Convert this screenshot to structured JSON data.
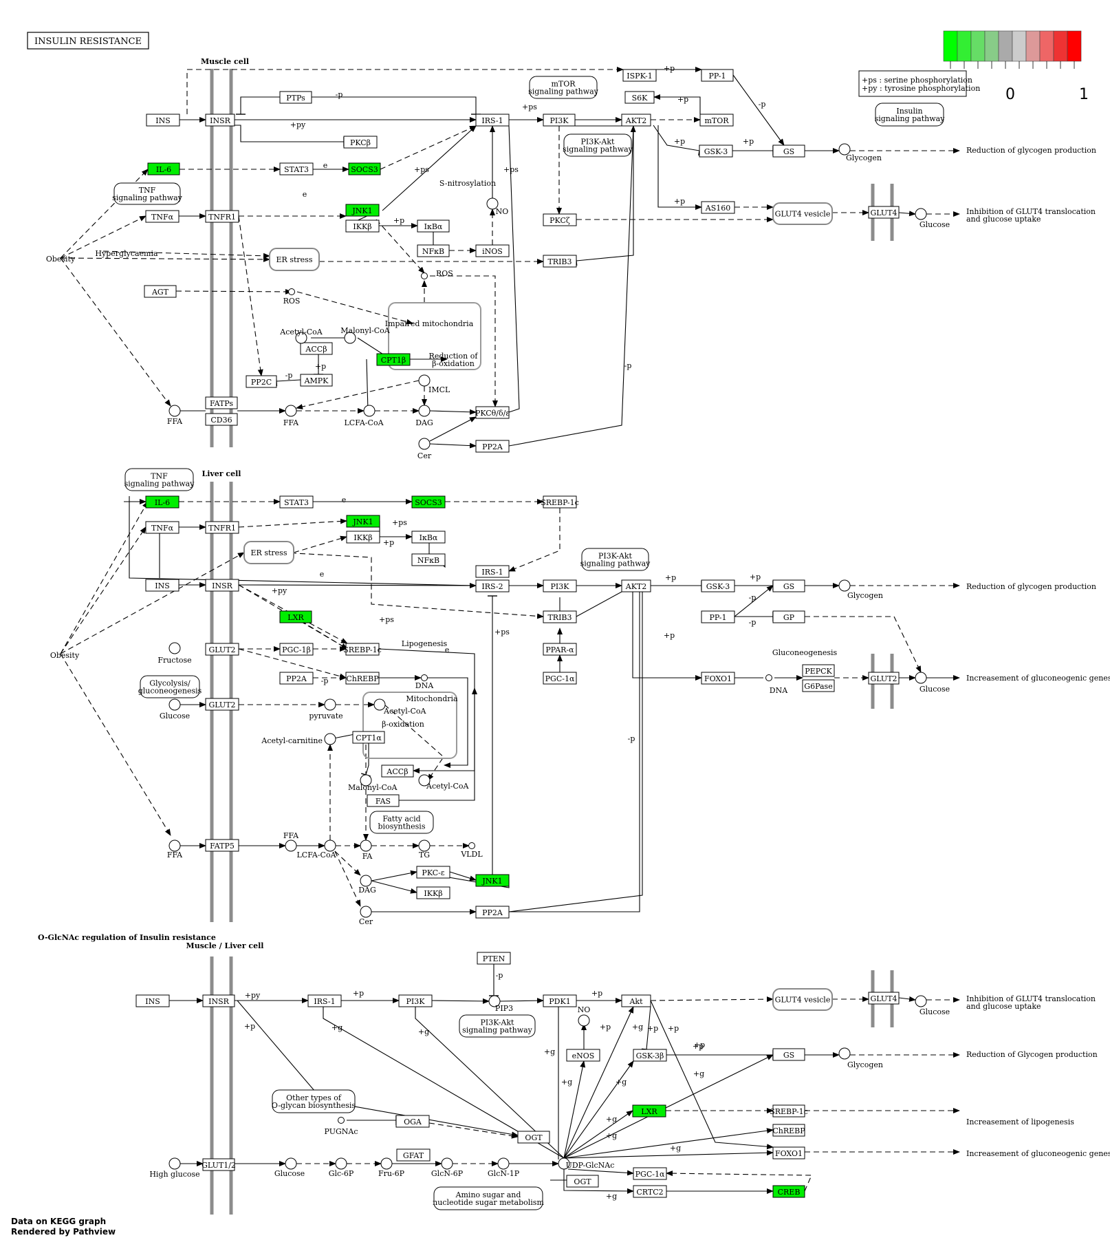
{
  "title": "INSULIN RESISTANCE",
  "footer": {
    "line1": "Data on KEGG graph",
    "line2": "Rendered by Pathview"
  },
  "legend": {
    "colors": [
      "#00ff00",
      "#33ee33",
      "#66dd66",
      "#88cc88",
      "#aaaaaa",
      "#cccccc",
      "#dd9999",
      "#ee6666",
      "#ee3333",
      "#ff0000"
    ],
    "min_label": "0",
    "max_label": "1",
    "note1": "+ps : serine phosphorylation",
    "note2": "+py : tyrosine phosphorylation"
  },
  "colors": {
    "up": "#00ee00",
    "membrane": "#8c8c8c",
    "line": "#000000"
  },
  "sections": {
    "muscle": "Muscle cell",
    "liver": "Liver cell",
    "oglc_title": "O-GlcNAc regulation of Insulin resistance",
    "oglc_cell": "Muscle / Liver cell"
  },
  "genes": [
    {
      "id": "g1",
      "label": "INS",
      "hl": false
    },
    {
      "id": "g2",
      "label": "INSR",
      "hl": false
    },
    {
      "id": "g3",
      "label": "PTPs",
      "hl": false
    },
    {
      "id": "g4",
      "label": "IRS-1",
      "hl": false
    },
    {
      "id": "g5",
      "label": "PI3K",
      "hl": false
    },
    {
      "id": "g6",
      "label": "AKT2",
      "hl": false
    },
    {
      "id": "g7",
      "label": "ISPK-1",
      "hl": false
    },
    {
      "id": "g8",
      "label": "PP-1",
      "hl": false
    },
    {
      "id": "g9",
      "label": "S6K",
      "hl": false
    },
    {
      "id": "g10",
      "label": "mTOR",
      "hl": false
    },
    {
      "id": "g11",
      "label": "GSK-3",
      "hl": false
    },
    {
      "id": "g12",
      "label": "GS",
      "hl": false
    },
    {
      "id": "g13",
      "label": "PKCβ",
      "hl": false
    },
    {
      "id": "g14",
      "label": "IL-6",
      "hl": true
    },
    {
      "id": "g15",
      "label": "STAT3",
      "hl": false
    },
    {
      "id": "g16",
      "label": "SOCS3",
      "hl": true
    },
    {
      "id": "g17",
      "label": "TNFα",
      "hl": false
    },
    {
      "id": "g18",
      "label": "TNFR1",
      "hl": false
    },
    {
      "id": "g19",
      "label": "JNK1",
      "hl": true
    },
    {
      "id": "g20",
      "label": "IKKβ",
      "hl": false
    },
    {
      "id": "g21",
      "label": "IκBα",
      "hl": false
    },
    {
      "id": "g22",
      "label": "NFκB",
      "hl": false
    },
    {
      "id": "g23",
      "label": "iNOS",
      "hl": false
    },
    {
      "id": "g24",
      "label": "PKCζ",
      "hl": false
    },
    {
      "id": "g25",
      "label": "AS160",
      "hl": false
    },
    {
      "id": "g26",
      "label": "GLUT4",
      "hl": false
    },
    {
      "id": "g27",
      "label": "TRIB3",
      "hl": false
    },
    {
      "id": "g28",
      "label": "AGT",
      "hl": false
    },
    {
      "id": "g29",
      "label": "ACCβ",
      "hl": false
    },
    {
      "id": "g30",
      "label": "CPT1β",
      "hl": true
    },
    {
      "id": "g31",
      "label": "PP2C",
      "hl": false
    },
    {
      "id": "g32",
      "label": "AMPK",
      "hl": false
    },
    {
      "id": "g33",
      "label": "FATPs",
      "hl": false
    },
    {
      "id": "g34",
      "label": "CD36",
      "hl": false
    },
    {
      "id": "g35",
      "label": "PKCθ/δ/ε",
      "hl": false
    },
    {
      "id": "g36",
      "label": "PP2A",
      "hl": false
    },
    {
      "id": "l1",
      "label": "IL-6",
      "hl": true
    },
    {
      "id": "l2",
      "label": "STAT3",
      "hl": false
    },
    {
      "id": "l3",
      "label": "SOCS3",
      "hl": true
    },
    {
      "id": "l4",
      "label": "SREBP-1c",
      "hl": false
    },
    {
      "id": "l5",
      "label": "TNFα",
      "hl": false
    },
    {
      "id": "l6",
      "label": "TNFR1",
      "hl": false
    },
    {
      "id": "l7",
      "label": "JNK1",
      "hl": true
    },
    {
      "id": "l8",
      "label": "IKKβ",
      "hl": false
    },
    {
      "id": "l9",
      "label": "IκBα",
      "hl": false
    },
    {
      "id": "l10",
      "label": "NFκB",
      "hl": false
    },
    {
      "id": "l11",
      "label": "INS",
      "hl": false
    },
    {
      "id": "l12",
      "label": "INSR",
      "hl": false
    },
    {
      "id": "l13",
      "label": "IRS-1",
      "hl": false
    },
    {
      "id": "l14",
      "label": "IRS-2",
      "hl": false
    },
    {
      "id": "l15",
      "label": "PI3K",
      "hl": false
    },
    {
      "id": "l16",
      "label": "AKT2",
      "hl": false
    },
    {
      "id": "l17",
      "label": "GSK-3",
      "hl": false
    },
    {
      "id": "l18",
      "label": "GS",
      "hl": false
    },
    {
      "id": "l19",
      "label": "PP-1",
      "hl": false
    },
    {
      "id": "l20",
      "label": "GP",
      "hl": false
    },
    {
      "id": "l21",
      "label": "LXR",
      "hl": true
    },
    {
      "id": "l22",
      "label": "TRIB3",
      "hl": false
    },
    {
      "id": "l23",
      "label": "GLUT2",
      "hl": false
    },
    {
      "id": "l24",
      "label": "PGC-1β",
      "hl": false
    },
    {
      "id": "l25",
      "label": "SREBP-1c",
      "hl": false
    },
    {
      "id": "l26",
      "label": "PPAR-α",
      "hl": false
    },
    {
      "id": "l27",
      "label": "PP2A",
      "hl": false
    },
    {
      "id": "l28",
      "label": "ChREBP",
      "hl": false
    },
    {
      "id": "l29",
      "label": "PGC-1α",
      "hl": false
    },
    {
      "id": "l30",
      "label": "FOXO1",
      "hl": false
    },
    {
      "id": "l31",
      "label": "PEPCK",
      "hl": false
    },
    {
      "id": "l32",
      "label": "G6Pase",
      "hl": false
    },
    {
      "id": "l33",
      "label": "GLUT2",
      "hl": false
    },
    {
      "id": "l34",
      "label": "GLUT2",
      "hl": false
    },
    {
      "id": "l35",
      "label": "CPT1α",
      "hl": false
    },
    {
      "id": "l36",
      "label": "ACCβ",
      "hl": false
    },
    {
      "id": "l37",
      "label": "FAS",
      "hl": false
    },
    {
      "id": "l38",
      "label": "FATP5",
      "hl": false
    },
    {
      "id": "l39",
      "label": "PKC-ε",
      "hl": false
    },
    {
      "id": "l40",
      "label": "JNK1",
      "hl": true
    },
    {
      "id": "l41",
      "label": "IKKβ",
      "hl": false
    },
    {
      "id": "l42",
      "label": "PP2A",
      "hl": false
    },
    {
      "id": "o1",
      "label": "INS",
      "hl": false
    },
    {
      "id": "o2",
      "label": "INSR",
      "hl": false
    },
    {
      "id": "o3",
      "label": "IRS-1",
      "hl": false
    },
    {
      "id": "o4",
      "label": "PI3K",
      "hl": false
    },
    {
      "id": "o5",
      "label": "PTEN",
      "hl": false
    },
    {
      "id": "o6",
      "label": "PDK1",
      "hl": false
    },
    {
      "id": "o7",
      "label": "Akt",
      "hl": false
    },
    {
      "id": "o8",
      "label": "GLUT4",
      "hl": false
    },
    {
      "id": "o9",
      "label": "eNOS",
      "hl": false
    },
    {
      "id": "o10",
      "label": "GSK-3β",
      "hl": false
    },
    {
      "id": "o11",
      "label": "GS",
      "hl": false
    },
    {
      "id": "o12",
      "label": "OGA",
      "hl": false
    },
    {
      "id": "o13",
      "label": "OGT",
      "hl": false
    },
    {
      "id": "o14",
      "label": "LXR",
      "hl": true
    },
    {
      "id": "o15",
      "label": "SREBP-1c",
      "hl": false
    },
    {
      "id": "o16",
      "label": "ChREBP",
      "hl": false
    },
    {
      "id": "o17",
      "label": "FOXO1",
      "hl": false
    },
    {
      "id": "o18",
      "label": "GLUT1/2",
      "hl": false
    },
    {
      "id": "o19",
      "label": "GFAT",
      "hl": false
    },
    {
      "id": "o20",
      "label": "OGT",
      "hl": false
    },
    {
      "id": "o21",
      "label": "PGC-1α",
      "hl": false
    },
    {
      "id": "o22",
      "label": "CRTC2",
      "hl": false
    },
    {
      "id": "o23",
      "label": "CREB",
      "hl": true
    }
  ],
  "maps": [
    {
      "id": "m1",
      "label": "mTOR|signaling pathway"
    },
    {
      "id": "m2",
      "label": "Insulin|signaling pathway"
    },
    {
      "id": "m3",
      "label": "TNF|signaling pathway"
    },
    {
      "id": "m4",
      "label": "PI3K-Akt|signaling pathway"
    },
    {
      "id": "m5",
      "label": "GLUT4 vesicle"
    },
    {
      "id": "m6",
      "label": "ER stress"
    },
    {
      "id": "m7",
      "label": "TNF|signaling pathway"
    },
    {
      "id": "m8",
      "label": "ER stress"
    },
    {
      "id": "m9",
      "label": "PI3K-Akt|signaling pathway"
    },
    {
      "id": "m10",
      "label": "Glycolysis/|gluconeogenesis"
    },
    {
      "id": "m11",
      "label": "Fatty acid|biosynthesis"
    },
    {
      "id": "m12",
      "label": "PI3K-Akt|signaling pathway"
    },
    {
      "id": "m13",
      "label": "GLUT4 vesicle"
    },
    {
      "id": "m14",
      "label": "Other types of|O-glycan biosynthesis"
    },
    {
      "id": "m15",
      "label": "Amino sugar and|nucleotide sugar metabolism"
    }
  ],
  "compartments": [
    {
      "id": "c1",
      "label": "Impaired mitochondria"
    },
    {
      "id": "c2",
      "label": "Mitochondria"
    }
  ],
  "compounds": [
    {
      "id": "k1",
      "label": "Glycogen"
    },
    {
      "id": "k2",
      "label": "Glucose"
    },
    {
      "id": "k3",
      "label": "NO"
    },
    {
      "id": "k4",
      "label": "ROS"
    },
    {
      "id": "k5",
      "label": "ROS"
    },
    {
      "id": "k6",
      "label": "Acetyl-CoA"
    },
    {
      "id": "k7",
      "label": "Malonyl-CoA"
    },
    {
      "id": "k8",
      "label": "IMCL"
    },
    {
      "id": "k9",
      "label": "FFA"
    },
    {
      "id": "k10",
      "label": "FFA"
    },
    {
      "id": "k11",
      "label": "LCFA-CoA"
    },
    {
      "id": "k12",
      "label": "DAG"
    },
    {
      "id": "k13",
      "label": "Cer"
    },
    {
      "id": "k14",
      "label": "Glycogen"
    },
    {
      "id": "k15",
      "label": "DNA"
    },
    {
      "id": "k16",
      "label": "Glucose"
    },
    {
      "id": "k17",
      "label": "Fructose"
    },
    {
      "id": "k18",
      "label": "DNA"
    },
    {
      "id": "k19",
      "label": "Glucose"
    },
    {
      "id": "k20",
      "label": "pyruvate"
    },
    {
      "id": "k21",
      "label": "Acetyl-CoA"
    },
    {
      "id": "k22",
      "label": "Acetyl-carnitine"
    },
    {
      "id": "k23",
      "label": "Malonyl-CoA"
    },
    {
      "id": "k24",
      "label": "Acetyl-CoA"
    },
    {
      "id": "k25",
      "label": "FFA"
    },
    {
      "id": "k26",
      "label": "FFA"
    },
    {
      "id": "k27",
      "label": "LCFA-CoA"
    },
    {
      "id": "k28",
      "label": "FA"
    },
    {
      "id": "k29",
      "label": "TG"
    },
    {
      "id": "k30",
      "label": "VLDL"
    },
    {
      "id": "k31",
      "label": "DAG"
    },
    {
      "id": "k32",
      "label": "Cer"
    },
    {
      "id": "k33",
      "label": "PIP3"
    },
    {
      "id": "k34",
      "label": "NO"
    },
    {
      "id": "k35",
      "label": "Glucose"
    },
    {
      "id": "k36",
      "label": "Glycogen"
    },
    {
      "id": "k37",
      "label": "PUGNAc"
    },
    {
      "id": "k38",
      "label": "High glucose"
    },
    {
      "id": "k39",
      "label": "Glucose"
    },
    {
      "id": "k40",
      "label": "Glc-6P"
    },
    {
      "id": "k41",
      "label": "Fru-6P"
    },
    {
      "id": "k42",
      "label": "GlcN-6P"
    },
    {
      "id": "k43",
      "label": "GlcN-1P"
    },
    {
      "id": "k44",
      "label": "UDP-GlcNAc"
    }
  ],
  "texts": [
    {
      "id": "t1",
      "label": "Reduction of glycogen production"
    },
    {
      "id": "t2",
      "label": "Inhibition of GLUT4 translocation|and glucose uptake"
    },
    {
      "id": "t3",
      "label": "Obesity"
    },
    {
      "id": "t4",
      "label": "Hyperglycaemia"
    },
    {
      "id": "t5",
      "label": "S-nitrosylation"
    },
    {
      "id": "t6",
      "label": "Reduction of|β-oxidation"
    },
    {
      "id": "t7",
      "label": "Reduction of glycogen production"
    },
    {
      "id": "t8",
      "label": "Increasement of gluconeogenic genes"
    },
    {
      "id": "t9",
      "label": "Gluconeogenesis"
    },
    {
      "id": "t10",
      "label": "Obesity"
    },
    {
      "id": "t11",
      "label": "Lipogenesis"
    },
    {
      "id": "t12",
      "label": "β-oxidation"
    },
    {
      "id": "t13",
      "label": "Inhibition of GLUT4 translocation|and glucose uptake"
    },
    {
      "id": "t14",
      "label": "Reduction of Glycogen production"
    },
    {
      "id": "t15",
      "label": "Increasement of lipogenesis"
    },
    {
      "id": "t16",
      "label": "Increasement of gluconeogenic genes"
    }
  ],
  "edge_labels": [
    {
      "id": "e1",
      "label": "+p"
    },
    {
      "id": "e2",
      "label": "-p"
    },
    {
      "id": "e3",
      "label": "+ps"
    },
    {
      "id": "e4",
      "label": "+p"
    },
    {
      "id": "e5",
      "label": "-p"
    },
    {
      "id": "e6",
      "label": "+p"
    },
    {
      "id": "e7",
      "label": "+p"
    },
    {
      "id": "e8",
      "label": "+py"
    },
    {
      "id": "e9",
      "label": "+ps"
    },
    {
      "id": "e10",
      "label": "+ps"
    },
    {
      "id": "e11",
      "label": "e"
    },
    {
      "id": "e12",
      "label": "e"
    },
    {
      "id": "e13",
      "label": "+p"
    },
    {
      "id": "e14",
      "label": "+p"
    },
    {
      "id": "e15",
      "label": "-p"
    },
    {
      "id": "e16",
      "label": "+p"
    },
    {
      "id": "e17",
      "label": "-p"
    },
    {
      "id": "e18",
      "label": "e"
    },
    {
      "id": "e19",
      "label": "+ps"
    },
    {
      "id": "e20",
      "label": "+p"
    },
    {
      "id": "e21",
      "label": "e"
    },
    {
      "id": "e22",
      "label": "+py"
    },
    {
      "id": "e23",
      "label": "+ps"
    },
    {
      "id": "e24",
      "label": "+p"
    },
    {
      "id": "e25",
      "label": "+p"
    },
    {
      "id": "e26",
      "label": "-p"
    },
    {
      "id": "e27",
      "label": "-p"
    },
    {
      "id": "e28",
      "label": "+p"
    },
    {
      "id": "e29",
      "label": "+ps"
    },
    {
      "id": "e30",
      "label": "-p"
    },
    {
      "id": "e31",
      "label": "e"
    },
    {
      "id": "e32",
      "label": "-p"
    },
    {
      "id": "e33",
      "label": "+py"
    },
    {
      "id": "e34",
      "label": "+p"
    },
    {
      "id": "e35",
      "label": "+p"
    },
    {
      "id": "e36",
      "label": "-p"
    },
    {
      "id": "e37",
      "label": "+p"
    },
    {
      "id": "e38",
      "label": "+g"
    },
    {
      "id": "e39",
      "label": "+g"
    },
    {
      "id": "e40",
      "label": "+p"
    },
    {
      "id": "e41",
      "label": "+g"
    },
    {
      "id": "e42",
      "label": "+p"
    },
    {
      "id": "e43",
      "label": "+p"
    },
    {
      "id": "e44",
      "label": "+p"
    },
    {
      "id": "e45",
      "label": "+g"
    },
    {
      "id": "e46",
      "label": "+p"
    },
    {
      "id": "e47",
      "label": "+g"
    },
    {
      "id": "e48",
      "label": "+g"
    },
    {
      "id": "e49",
      "label": "+g"
    },
    {
      "id": "e50",
      "label": "+g"
    },
    {
      "id": "e51",
      "label": "+g"
    },
    {
      "id": "e52",
      "label": "+g"
    },
    {
      "id": "e53",
      "label": "+g"
    }
  ]
}
